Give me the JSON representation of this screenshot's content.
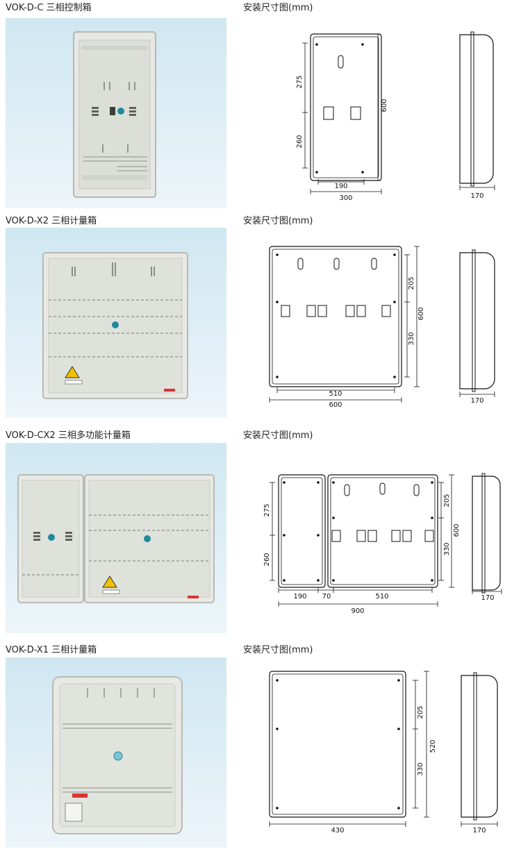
{
  "sections": [
    {
      "product_title": "VOK-D-C 三相控制箱",
      "drawing_title": "安装尺寸图(mm)",
      "dims": {
        "d275": "275",
        "d260": "260",
        "d600": "600",
        "d190": "190",
        "d300": "300",
        "d170": "170"
      }
    },
    {
      "product_title": "VOK-D-X2 三相计量箱",
      "drawing_title": "安装尺寸图(mm)",
      "dims": {
        "d205": "205",
        "d330": "330",
        "d600": "600",
        "d510": "510",
        "d600w": "600",
        "d170": "170"
      }
    },
    {
      "product_title": "VOK-D-CX2 三相多功能计量箱",
      "drawing_title": "安装尺寸图(mm)",
      "dims": {
        "d275": "275",
        "d260": "260",
        "d205": "205",
        "d330": "330",
        "d600": "600",
        "d190": "190",
        "d70": "70",
        "d510": "510",
        "d900": "900",
        "d170": "170"
      }
    },
    {
      "product_title": "VOK-D-X1 三相计量箱",
      "drawing_title": "安装尺寸图(mm)",
      "dims": {
        "d205": "205",
        "d330": "330",
        "d520": "520",
        "d430": "430",
        "d170": "170"
      }
    }
  ],
  "colors": {
    "photo_bg": "#d8ecf4",
    "box_body": "#e9eae6",
    "knob": "#1e8a9a",
    "warning": "#f2c200"
  }
}
